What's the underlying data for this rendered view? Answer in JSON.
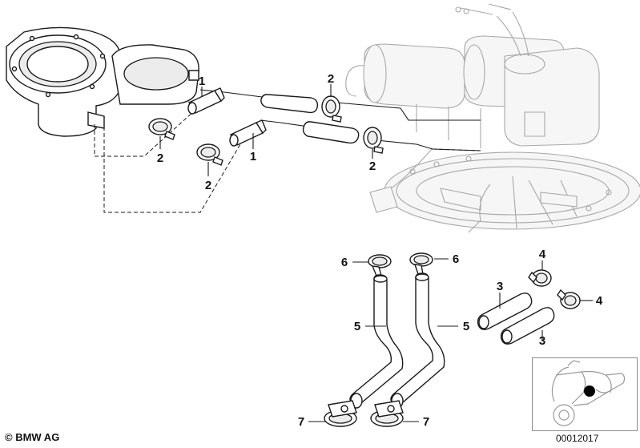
{
  "callouts": {
    "c1a": "1",
    "c1b": "1",
    "c2a": "2",
    "c2b": "2",
    "c2c": "2",
    "c2d": "2",
    "c3a": "3",
    "c3b": "3",
    "c4a": "4",
    "c4b": "4",
    "c5a": "5",
    "c5b": "5",
    "c6a": "6",
    "c6b": "6",
    "c7a": "7",
    "c7b": "7"
  },
  "footer": {
    "copyright": "© BMW AG",
    "doc_number": "00012017"
  },
  "thumbnail": {
    "icon": "motorcycle-locator-icon",
    "marker_color": "#000000"
  }
}
